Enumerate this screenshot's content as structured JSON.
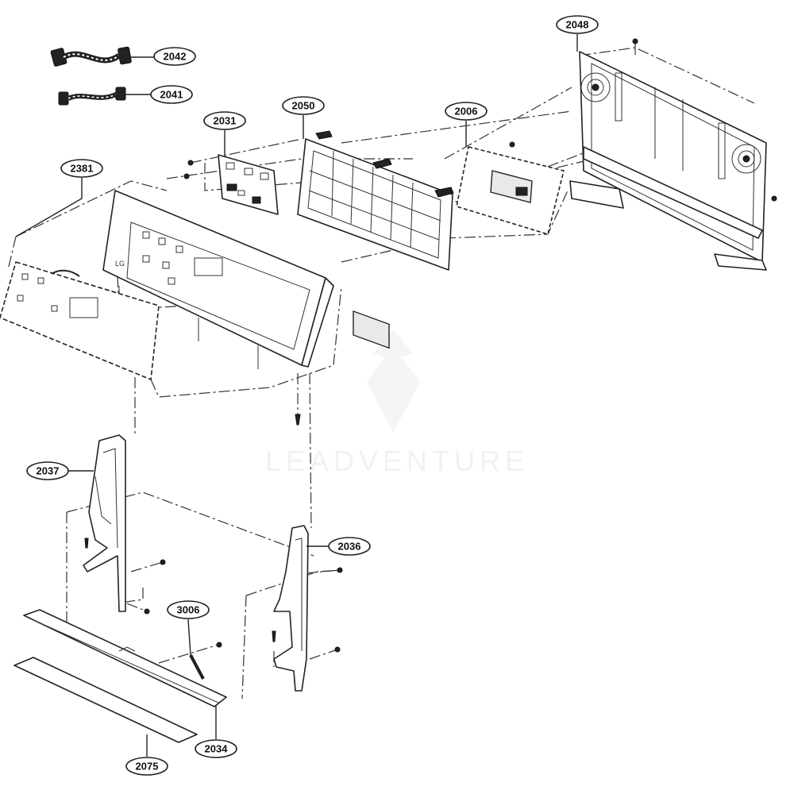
{
  "watermark": {
    "text": "LEADVENTURE"
  },
  "callouts": [
    {
      "id": "c2042",
      "label": "2042"
    },
    {
      "id": "c2041",
      "label": "2041"
    },
    {
      "id": "c2031",
      "label": "2031"
    },
    {
      "id": "c2050",
      "label": "2050"
    },
    {
      "id": "c2006",
      "label": "2006"
    },
    {
      "id": "c2048",
      "label": "2048"
    },
    {
      "id": "c2381",
      "label": "2381"
    },
    {
      "id": "c2037",
      "label": "2037"
    },
    {
      "id": "c2036",
      "label": "2036"
    },
    {
      "id": "c3006",
      "label": "3006"
    },
    {
      "id": "c2075",
      "label": "2075"
    },
    {
      "id": "c2034",
      "label": "2034"
    }
  ]
}
